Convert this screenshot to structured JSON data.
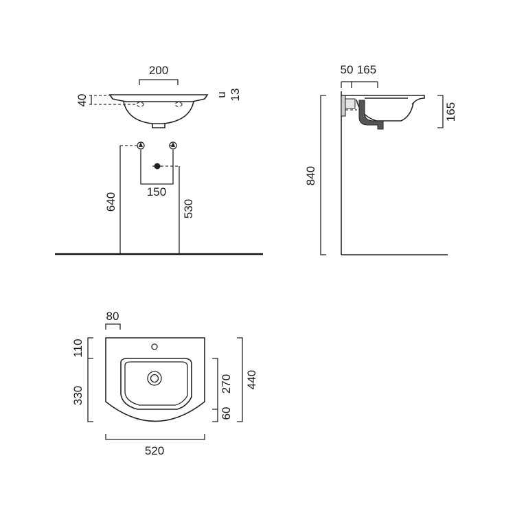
{
  "front_view": {
    "top_width": "200",
    "tap_hole_offset": "40",
    "rim_thickness_unit": "u",
    "rim_thickness": "13",
    "tap_spacing": "150",
    "water_inlet_height": "640",
    "drain_height": "530"
  },
  "side_view": {
    "wall_offset": "50",
    "depth": "165",
    "bowl_height": "165",
    "total_height": "840"
  },
  "plan_view": {
    "tap_offset": "80",
    "rear_margin": "110",
    "bowl_front": "330",
    "bowl_depth": "270",
    "front_margin": "60",
    "total_depth": "440",
    "width": "520"
  }
}
